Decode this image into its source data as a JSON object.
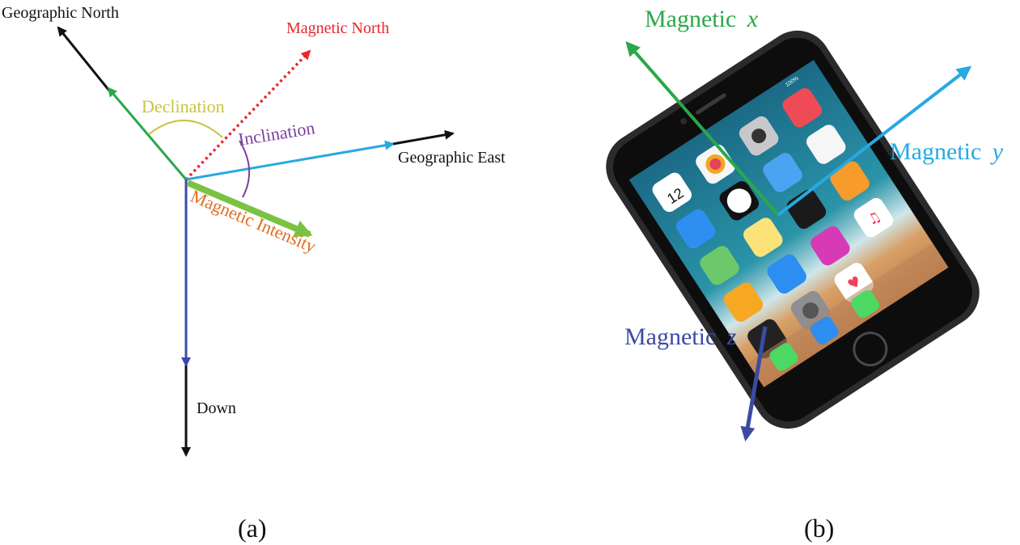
{
  "panel_a": {
    "labels": {
      "geographic_north": "Geographic North",
      "magnetic_north": "Magnetic North",
      "declination": "Declination",
      "inclination": "Inclination",
      "geographic_east": "Geographic East",
      "magnetic_intensity": "Magnetic Intensity",
      "down": "Down"
    },
    "caption": "(a)"
  },
  "panel_b": {
    "labels": {
      "magnetic_x_prefix": "Magnetic ",
      "magnetic_x_var": "x",
      "magnetic_y_prefix": "Magnetic ",
      "magnetic_y_var": "y",
      "magnetic_z_prefix": "Magnetic ",
      "magnetic_z_var": "z"
    },
    "phone_status": {
      "battery": "100%"
    },
    "app_icons": [
      "calendar-icon",
      "photos-icon",
      "camera-icon",
      "mail-icon",
      "clock-icon",
      "weather-icon",
      "news-icon",
      "maps-icon",
      "notes-icon",
      "stocks-icon",
      "reminders-icon",
      "home-icon",
      "appstore-icon",
      "itunes-icon",
      "books-icon",
      "wallet-icon",
      "settings-icon",
      "health-icon",
      "music-icon",
      "phone-icon",
      "safari-icon",
      "messages-icon"
    ],
    "calendar_date": "12",
    "caption": "(b)"
  },
  "colors": {
    "black_axis": "#111111",
    "green_axis": "#2aa84a",
    "magnetic_north": "#e8262b",
    "blue_axis": "#27a9e1",
    "down_axis": "#3a4ba6",
    "intensity_arrow": "#7cc242",
    "declination_label": "#c9c440",
    "inclination_label": "#7b3fa0",
    "intensity_label": "#e06d22",
    "mag_x": "#2aa84a",
    "mag_y": "#27a9e1",
    "mag_z": "#3a4ba6"
  }
}
